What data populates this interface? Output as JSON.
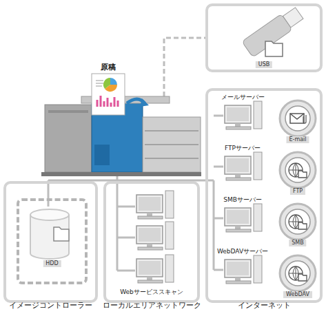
{
  "diagram": {
    "nodes": [
      {
        "text": [
          "イメージコントローラー"
        ]
      },
      {
        "text": [
          "HDD"
        ],
        "in": 0
      },
      {
        "text": [
          "ローカルエリアネットワーク",
          "Webサービススキャン"
        ]
      },
      {
        "text": [
          "インターネット"
        ]
      },
      {
        "text": [
          "E-mail"
        ],
        "in": 3
      },
      {
        "text": [
          "FTP"
        ],
        "in": 3
      },
      {
        "text": [
          "SMB"
        ],
        "in": 3
      },
      {
        "text": [
          "WebDAV"
        ],
        "in": 3
      },
      {
        "text": [
          "USB"
        ]
      }
    ],
    "labels": [
      "原稿",
      "メールサーバー",
      "FTPサーバー",
      "SMBサーバー",
      "WebDAVサーバー"
    ]
  }
}
